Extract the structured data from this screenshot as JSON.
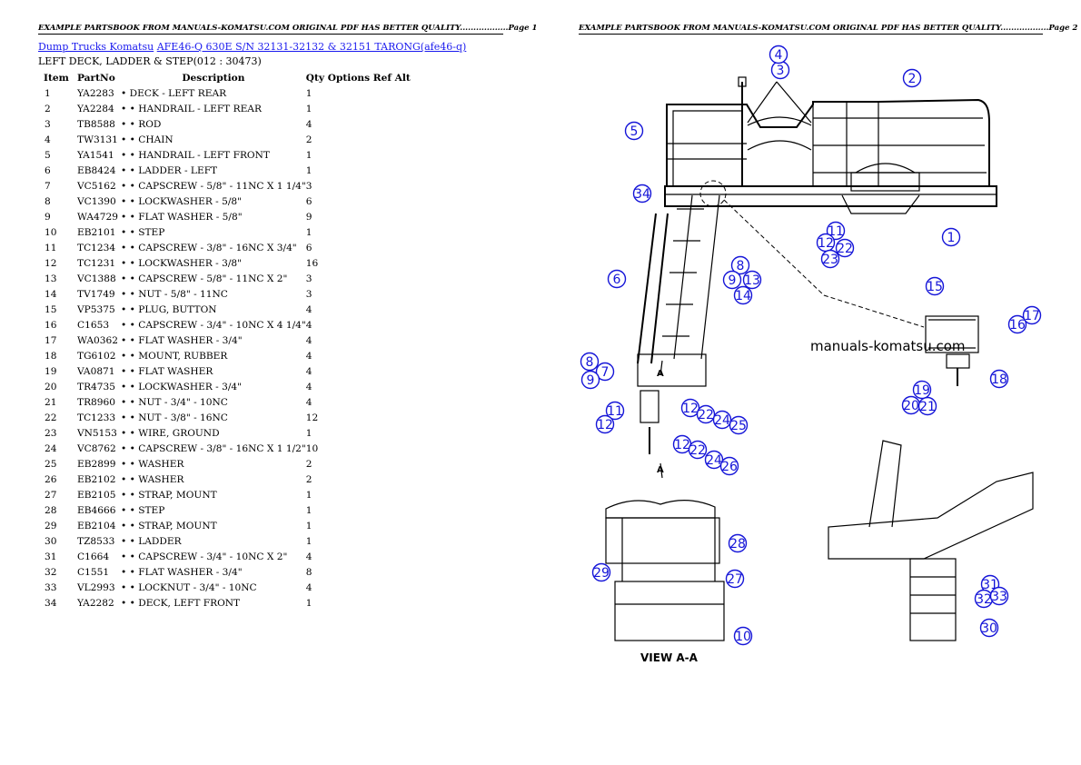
{
  "page1": {
    "header": "EXAMPLE PARTSBOOK FROM MANUALS-KOMATSU.COM ORIGINAL PDF HAS BETTER QUALITY..................Page 1"
  },
  "page2": {
    "header": "EXAMPLE PARTSBOOK FROM MANUALS-KOMATSU.COM ORIGINAL PDF HAS BETTER QUALITY..................Page 2"
  },
  "breadcrumb": {
    "link1": "Dump Trucks Komatsu",
    "link2": "AFE46-Q 630E S/N  32131-32132 & 32151 TARONG(afe46-q)"
  },
  "section_title": "LEFT DECK, LADDER & STEP(012 : 30473)",
  "table": {
    "headers": {
      "item": "Item",
      "partno": "PartNo",
      "description": "Description",
      "qty": "Qty",
      "options": "Options",
      "ref": "Ref",
      "alt": "Alt"
    },
    "rows": [
      {
        "item": "1",
        "part": "YA2283",
        "desc": "• DECK - LEFT REAR",
        "qty": "1"
      },
      {
        "item": "2",
        "part": "YA2284",
        "desc": "• • HANDRAIL - LEFT REAR",
        "qty": "1"
      },
      {
        "item": "3",
        "part": "TB8588",
        "desc": "• • ROD",
        "qty": "4"
      },
      {
        "item": "4",
        "part": "TW3131",
        "desc": "• • CHAIN",
        "qty": "2"
      },
      {
        "item": "5",
        "part": "YA1541",
        "desc": "• • HANDRAIL - LEFT FRONT",
        "qty": "1"
      },
      {
        "item": "6",
        "part": "EB8424",
        "desc": "• • LADDER - LEFT",
        "qty": "1"
      },
      {
        "item": "7",
        "part": "VC5162",
        "desc": "• • CAPSCREW - 5/8\" - 11NC X 1 1/4\"",
        "qty": "3"
      },
      {
        "item": "8",
        "part": "VC1390",
        "desc": "• • LOCKWASHER - 5/8\"",
        "qty": "6"
      },
      {
        "item": "9",
        "part": "WA4729",
        "desc": "• • FLAT WASHER - 5/8\"",
        "qty": "9"
      },
      {
        "item": "10",
        "part": "EB2101",
        "desc": "• • STEP",
        "qty": "1"
      },
      {
        "item": "11",
        "part": "TC1234",
        "desc": "• • CAPSCREW - 3/8\" - 16NC X 3/4\"",
        "qty": "6"
      },
      {
        "item": "12",
        "part": "TC1231",
        "desc": "• • LOCKWASHER - 3/8\"",
        "qty": "16"
      },
      {
        "item": "13",
        "part": "VC1388",
        "desc": "• • CAPSCREW - 5/8\" - 11NC X 2\"",
        "qty": "3"
      },
      {
        "item": "14",
        "part": "TV1749",
        "desc": "• • NUT - 5/8\" - 11NC",
        "qty": "3"
      },
      {
        "item": "15",
        "part": "VP5375",
        "desc": "• • PLUG, BUTTON",
        "qty": "4"
      },
      {
        "item": "16",
        "part": "C1653",
        "desc": "• • CAPSCREW - 3/4\" - 10NC X 4 1/4\"",
        "qty": "4"
      },
      {
        "item": "17",
        "part": "WA0362",
        "desc": "• • FLAT WASHER - 3/4\"",
        "qty": "4"
      },
      {
        "item": "18",
        "part": "TG6102",
        "desc": "• • MOUNT, RUBBER",
        "qty": "4"
      },
      {
        "item": "19",
        "part": "VA0871",
        "desc": "• • FLAT WASHER",
        "qty": "4"
      },
      {
        "item": "20",
        "part": "TR4735",
        "desc": "• • LOCKWASHER - 3/4\"",
        "qty": "4"
      },
      {
        "item": "21",
        "part": "TR8960",
        "desc": "• • NUT - 3/4\" - 10NC",
        "qty": "4"
      },
      {
        "item": "22",
        "part": "TC1233",
        "desc": "• • NUT - 3/8\" - 16NC",
        "qty": "12"
      },
      {
        "item": "23",
        "part": "VN5153",
        "desc": "• • WIRE, GROUND",
        "qty": "1"
      },
      {
        "item": "24",
        "part": "VC8762",
        "desc": "• • CAPSCREW - 3/8\" - 16NC X 1 1/2\"",
        "qty": "10"
      },
      {
        "item": "25",
        "part": "EB2899",
        "desc": "• • WASHER",
        "qty": "2"
      },
      {
        "item": "26",
        "part": "EB2102",
        "desc": "• • WASHER",
        "qty": "2"
      },
      {
        "item": "27",
        "part": "EB2105",
        "desc": "• • STRAP, MOUNT",
        "qty": "1"
      },
      {
        "item": "28",
        "part": "EB4666",
        "desc": "• • STEP",
        "qty": "1"
      },
      {
        "item": "29",
        "part": "EB2104",
        "desc": "• • STRAP, MOUNT",
        "qty": "1"
      },
      {
        "item": "30",
        "part": "TZ8533",
        "desc": "• • LADDER",
        "qty": "1"
      },
      {
        "item": "31",
        "part": "C1664",
        "desc": "• • CAPSCREW - 3/4\" - 10NC X 2\"",
        "qty": "4"
      },
      {
        "item": "32",
        "part": "C1551",
        "desc": "• • FLAT WASHER - 3/4\"",
        "qty": "8"
      },
      {
        "item": "33",
        "part": "VL2993",
        "desc": "• • LOCKNUT - 3/4\" - 10NC",
        "qty": "4"
      },
      {
        "item": "34",
        "part": "YA2282",
        "desc": "• • DECK, LEFT FRONT",
        "qty": "1"
      }
    ]
  },
  "diagram": {
    "watermark": "manuals-komatsu.com",
    "view_label": "VIEW  A-A",
    "section_marks": [
      "A",
      "A"
    ],
    "callouts": [
      "1",
      "2",
      "3",
      "4",
      "5",
      "6",
      "7",
      "8",
      "8",
      "9",
      "9",
      "10",
      "11",
      "11",
      "12",
      "12",
      "12",
      "12",
      "13",
      "14",
      "15",
      "16",
      "17",
      "18",
      "19",
      "20",
      "21",
      "22",
      "22",
      "22",
      "23",
      "24",
      "24",
      "25",
      "26",
      "27",
      "28",
      "29",
      "30",
      "31",
      "32",
      "33",
      "34"
    ]
  }
}
